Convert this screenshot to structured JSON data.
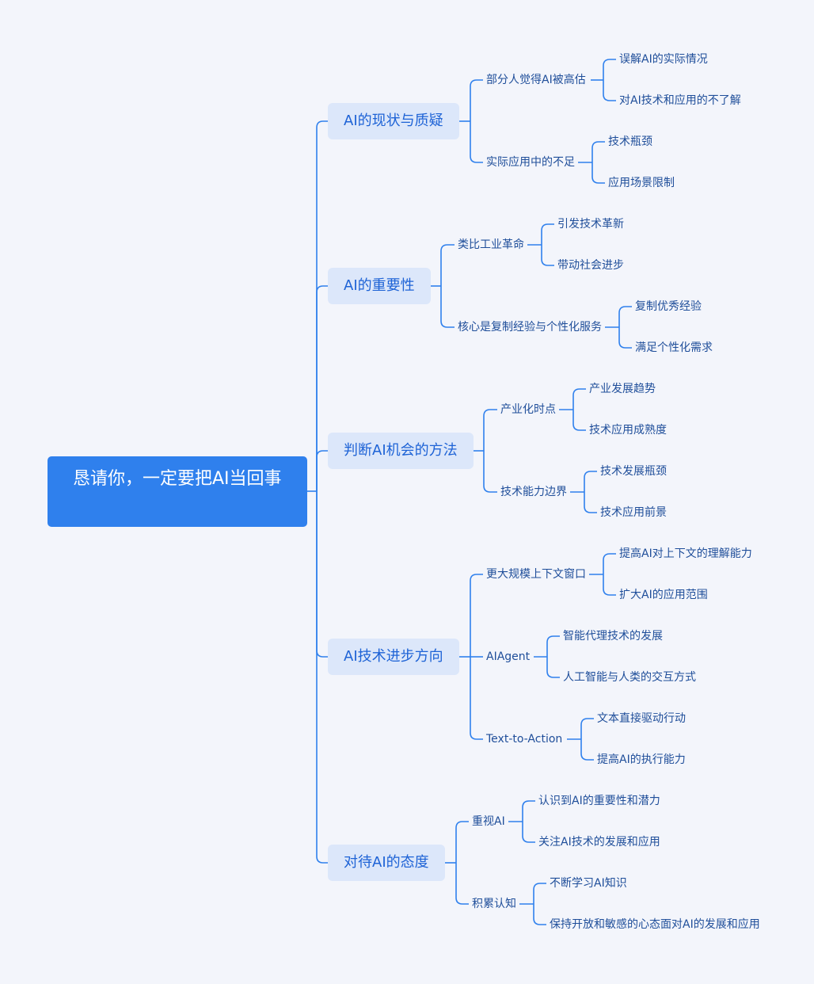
{
  "root": {
    "label": "恳请你，一定要把AI当回事"
  },
  "colors": {
    "background": "#F3F5FB",
    "root_fill": "#2F80ED",
    "topic_fill": "#DCE7FA",
    "topic_text": "#1E63D6",
    "text": "#1F4E9A",
    "line": "#2F80ED"
  },
  "branches": [
    {
      "label": "AI的现状与质疑",
      "children": [
        {
          "label": "部分人觉得AI被高估",
          "leaves": [
            "误解AI的实际情况",
            "对AI技术和应用的不了解"
          ]
        },
        {
          "label": "实际应用中的不足",
          "leaves": [
            "技术瓶颈",
            "应用场景限制"
          ]
        }
      ]
    },
    {
      "label": "AI的重要性",
      "children": [
        {
          "label": "类比工业革命",
          "leaves": [
            "引发技术革新",
            "带动社会进步"
          ]
        },
        {
          "label": "核心是复制经验与个性化服务",
          "leaves": [
            "复制优秀经验",
            "满足个性化需求"
          ]
        }
      ]
    },
    {
      "label": "判断AI机会的方法",
      "children": [
        {
          "label": "产业化时点",
          "leaves": [
            "产业发展趋势",
            "技术应用成熟度"
          ]
        },
        {
          "label": "技术能力边界",
          "leaves": [
            "技术发展瓶颈",
            "技术应用前景"
          ]
        }
      ]
    },
    {
      "label": "AI技术进步方向",
      "children": [
        {
          "label": "更大规模上下文窗口",
          "leaves": [
            "提高AI对上下文的理解能力",
            "扩大AI的应用范围"
          ]
        },
        {
          "label": "AIAgent",
          "leaves": [
            "智能代理技术的发展",
            "人工智能与人类的交互方式"
          ]
        },
        {
          "label": "Text-to-Action",
          "leaves": [
            "文本直接驱动行动",
            "提高AI的执行能力"
          ]
        }
      ]
    },
    {
      "label": "对待AI的态度",
      "children": [
        {
          "label": "重视AI",
          "leaves": [
            "认识到AI的重要性和潜力",
            "关注AI技术的发展和应用"
          ]
        },
        {
          "label": "积累认知",
          "leaves": [
            "不断学习AI知识",
            "保持开放和敏感的心态面对AI的发展和应用"
          ]
        }
      ]
    }
  ]
}
